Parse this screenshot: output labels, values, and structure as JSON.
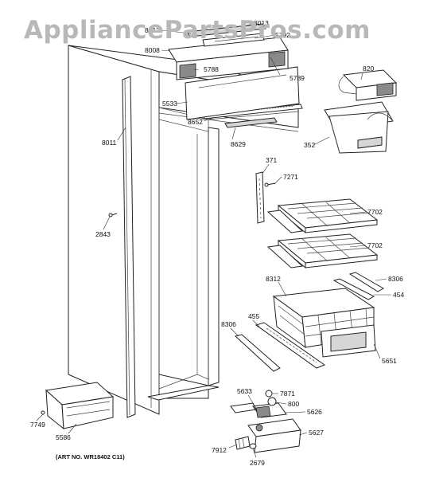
{
  "watermark": "AppliancePartsPros.com",
  "art_number": "(ART NO. WR18402 C11)",
  "part_labels": {
    "p8012": "8012",
    "p8013": "8013",
    "p5792": "5792",
    "p8008": "8008",
    "p5788": "5788",
    "p5789": "5789",
    "p5533": "5533",
    "p8652": "8652",
    "p8629": "8629",
    "p820": "820",
    "p352": "352",
    "p8011": "8011",
    "p371": "371",
    "p7271": "7271",
    "p2843": "2843",
    "p7702a": "7702",
    "p7702b": "7702",
    "p8312": "8312",
    "p8306a": "8306",
    "p454": "454",
    "p455": "455",
    "p8306b": "8306",
    "p5651": "5651",
    "p5633": "5633",
    "p7871": "7871",
    "p800": "800",
    "p5626": "5626",
    "p5627": "5627",
    "p7749": "7749",
    "p5586": "5586",
    "p7912": "7912",
    "p2679": "2679"
  }
}
